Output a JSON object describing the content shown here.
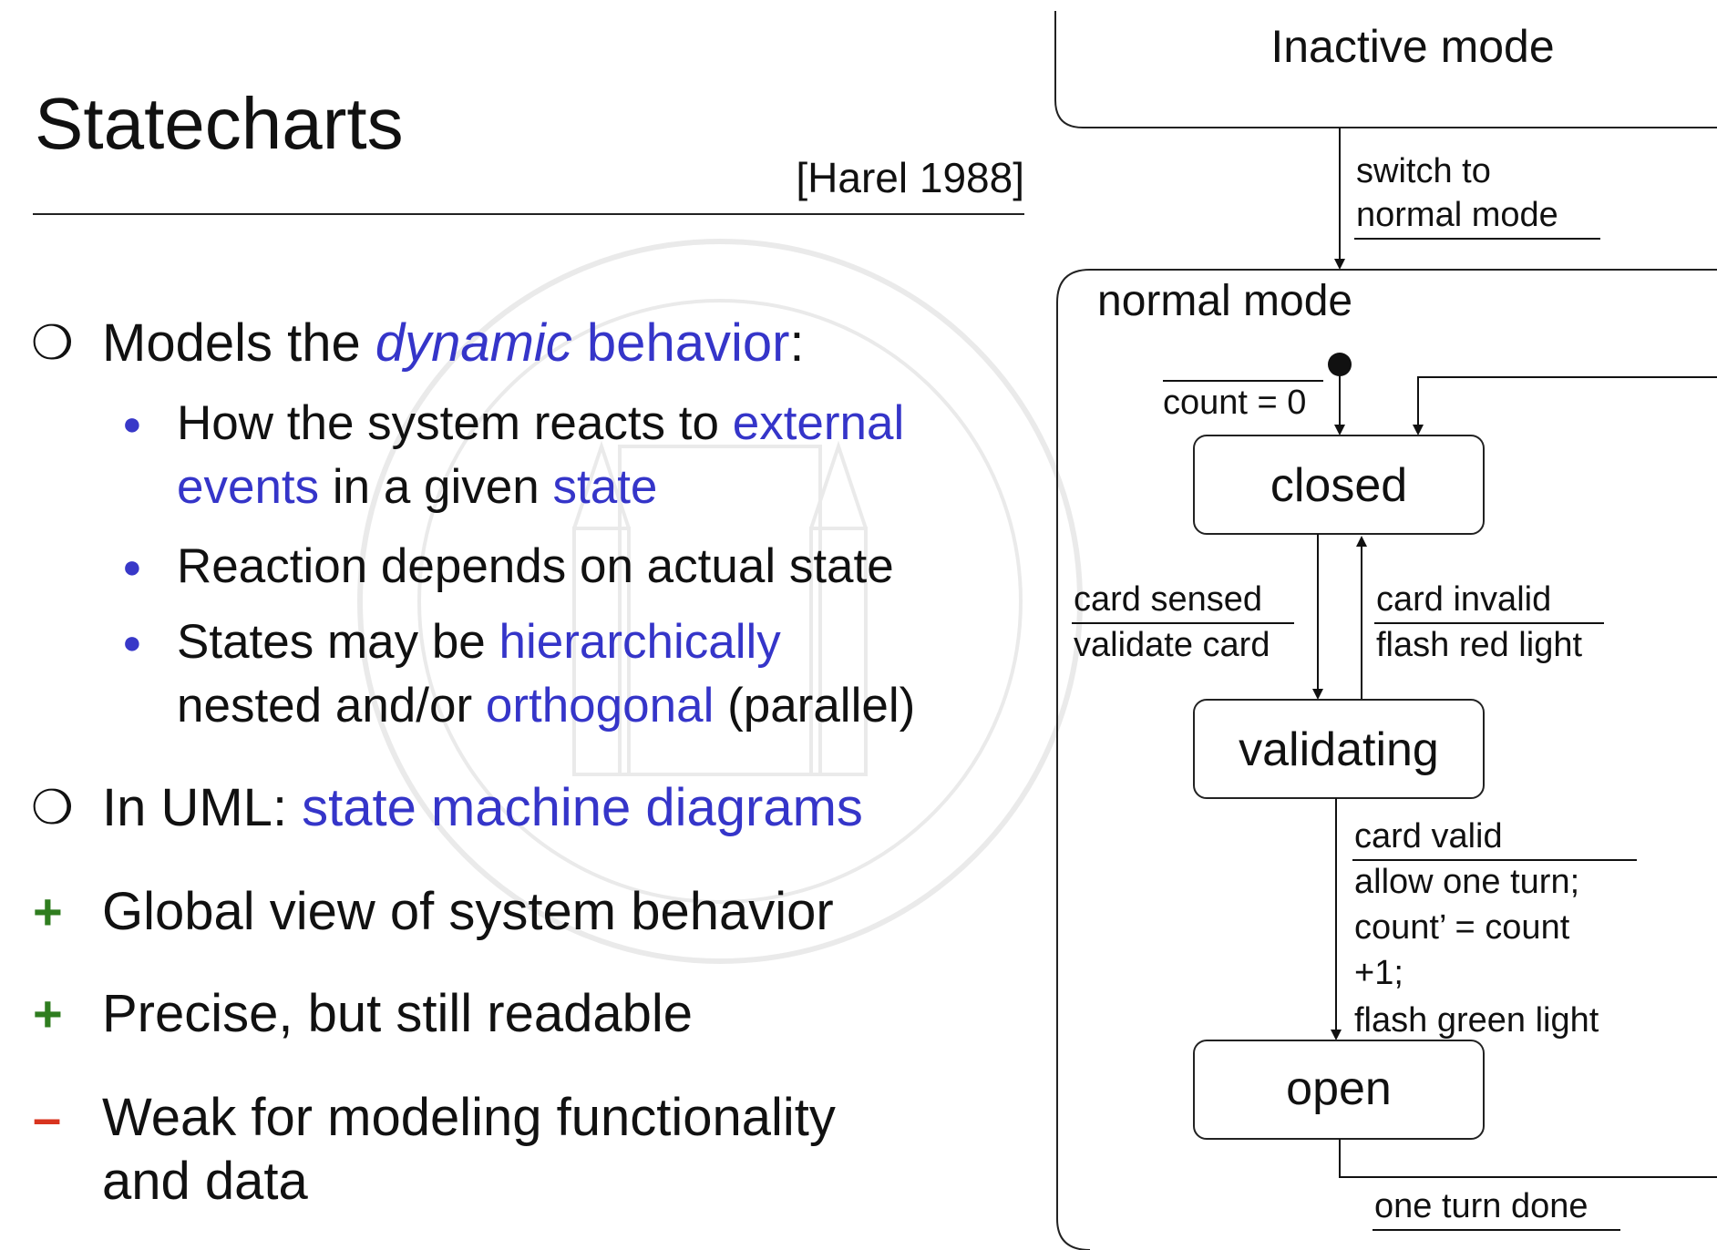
{
  "slide": {
    "title": "Statecharts",
    "citation": "[Harel 1988]",
    "points": [
      {
        "marker": "circle",
        "text_pre": "Models the ",
        "highlight_italic": "dynamic",
        "highlight": " behavior",
        "text_post": ":"
      }
    ],
    "sub_points": [
      {
        "line1_pre": "How the system reacts to ",
        "line1_highlight": "external",
        "line2_highlight": "events",
        "line2_mid": " in a given ",
        "line2_highlight2": "state"
      },
      {
        "text": "Reaction depends on actual state"
      },
      {
        "line1_pre": "States may be ",
        "line1_highlight": "hierarchically",
        "line2_pre": "nested and/or ",
        "line2_highlight": "orthogonal",
        "line2_post": " (parallel)"
      }
    ],
    "uml_point": {
      "text_pre": "In UML: ",
      "highlight": "state machine diagrams"
    },
    "pros": [
      {
        "marker": "+",
        "text": "Global view of system behavior"
      },
      {
        "marker": "+",
        "text": "Precise, but still readable"
      }
    ],
    "cons": [
      {
        "marker": "–",
        "line1": "Weak for modeling functionality",
        "line2": "and data"
      }
    ]
  },
  "diagram": {
    "inactive_state": "Inactive mode",
    "transition_to_normal": {
      "line1": "switch to",
      "line2": "normal mode"
    },
    "normal_state": "normal mode",
    "initial_action": "count = 0",
    "states": {
      "closed": "closed",
      "validating": "validating",
      "open": "open"
    },
    "card_sensed": {
      "event": "card sensed",
      "action": "validate card"
    },
    "card_invalid": {
      "event": "card invalid",
      "action": "flash red light"
    },
    "card_valid": {
      "event": "card valid",
      "actions": [
        "allow one turn;",
        "count’ = count",
        "+1;",
        "flash green light"
      ]
    },
    "one_turn_done": "one turn done"
  },
  "colors": {
    "highlight": "#3535c9",
    "pro": "#2f7d1f",
    "con": "#d8341f"
  }
}
